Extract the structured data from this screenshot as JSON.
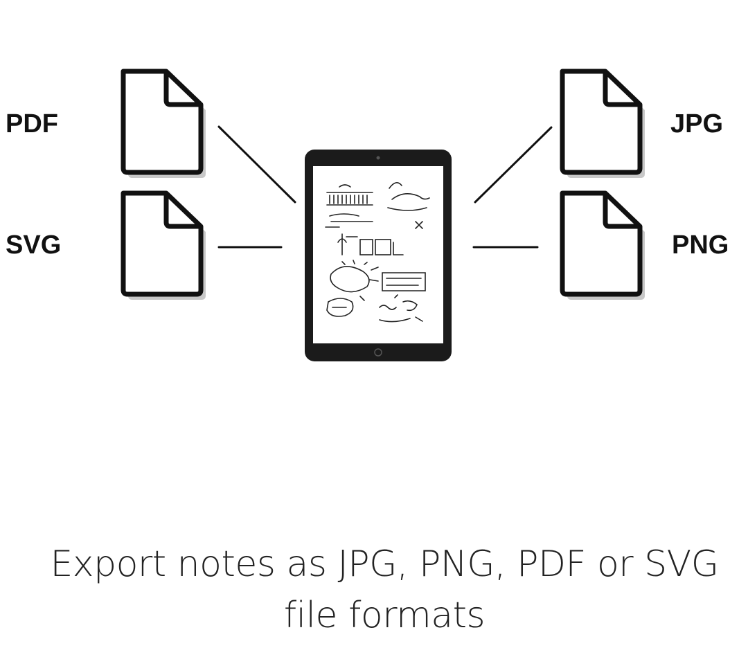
{
  "formats": {
    "pdf": "PDF",
    "svg": "SVG",
    "jpg": "JPG",
    "png": "PNG"
  },
  "caption": {
    "line1": "Export notes as JPG, PNG, PDF or SVG",
    "line2": "file formats"
  },
  "colors": {
    "ink": "#111111",
    "paper": "#ffffff",
    "device": "#1b1b1b"
  },
  "icons": {
    "document": "document-icon",
    "tablet": "tablet-icon"
  }
}
